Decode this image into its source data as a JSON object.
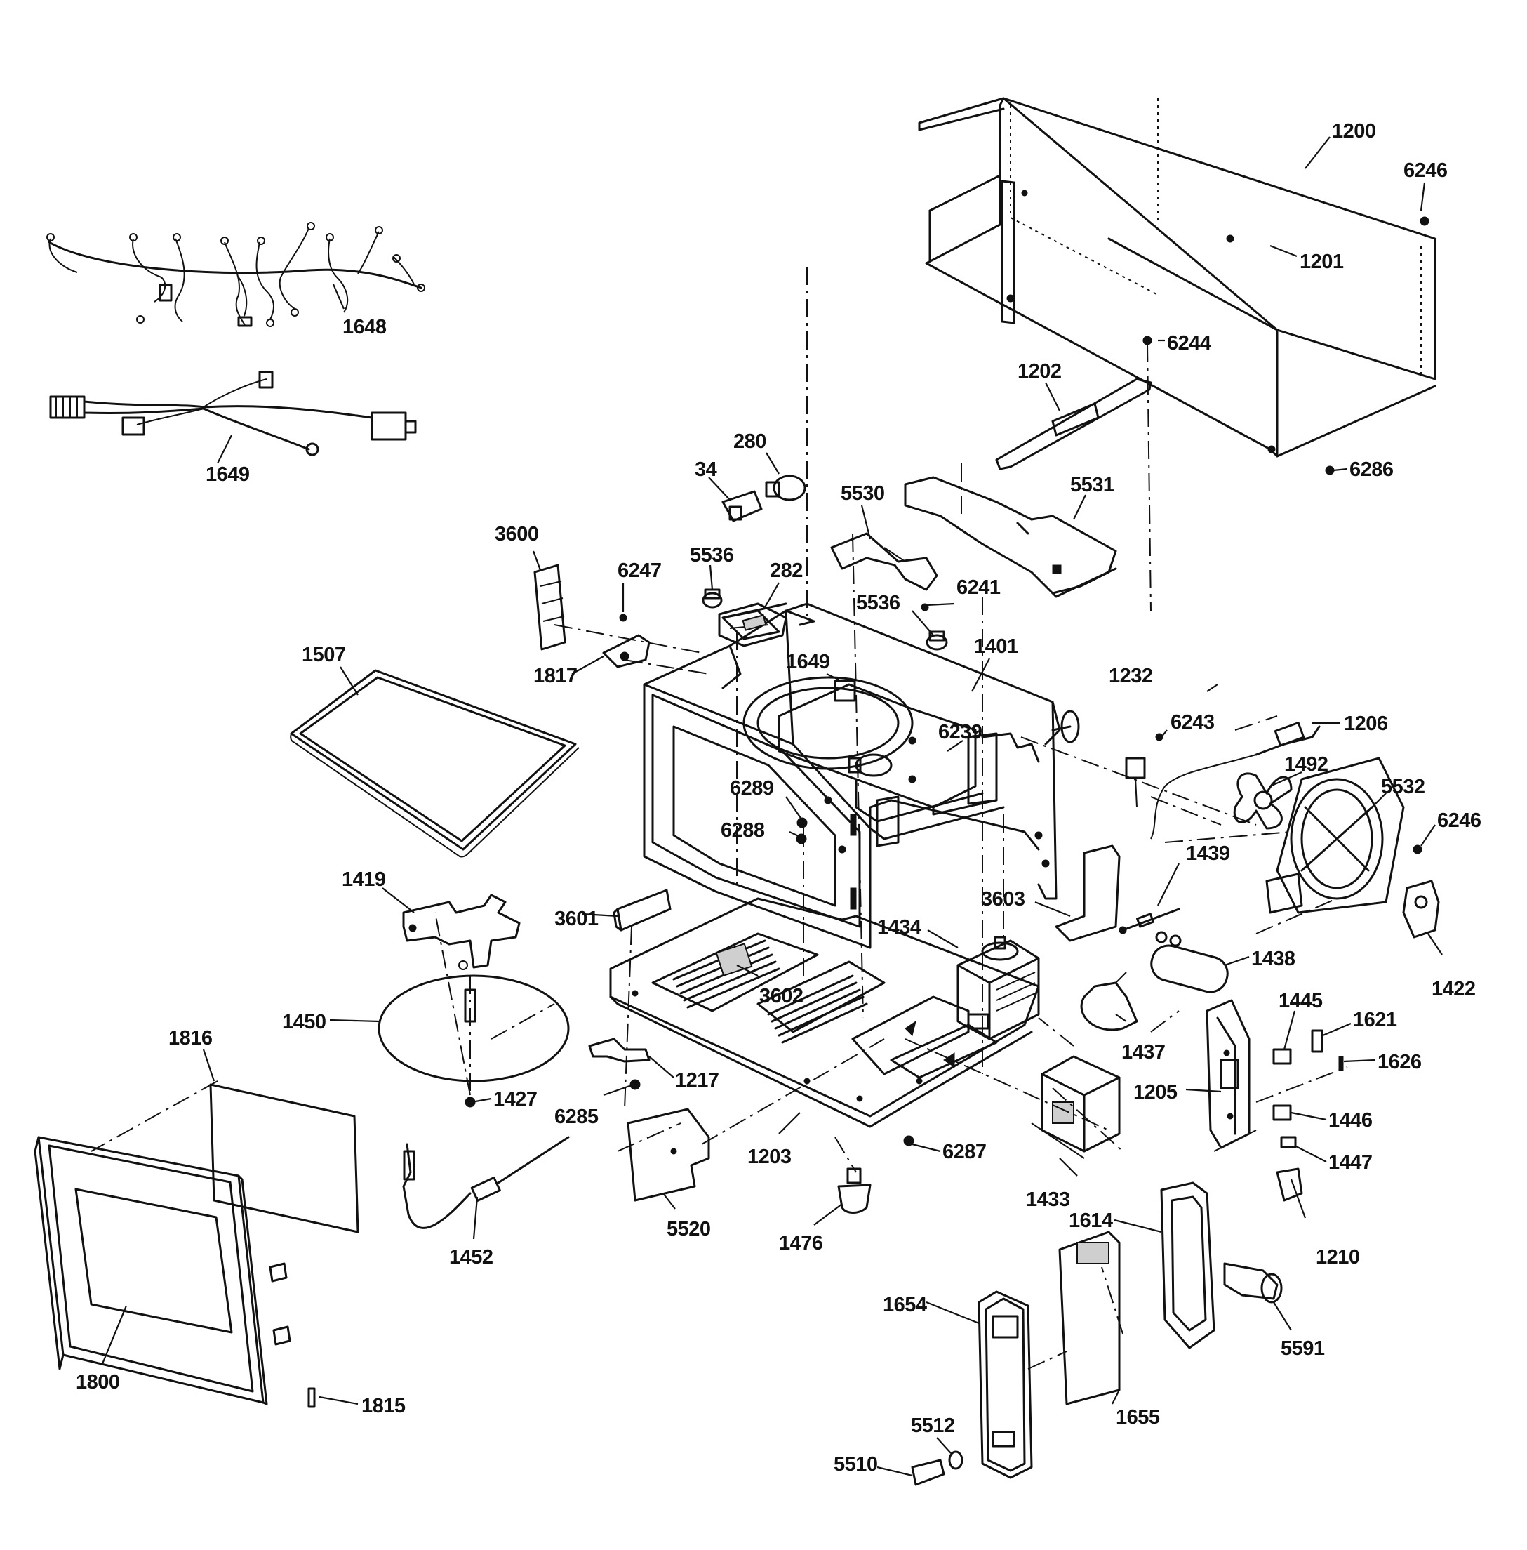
{
  "diagram": {
    "callouts": [
      "1200",
      "6246",
      "1201",
      "6244",
      "1202",
      "6286",
      "1648",
      "1649",
      "280",
      "34",
      "5530",
      "5531",
      "3600",
      "6247",
      "5536",
      "282",
      "6241",
      "5536",
      "1401",
      "1507",
      "1817",
      "1649",
      "1232",
      "6243",
      "1206",
      "6239",
      "1492",
      "5532",
      "6246",
      "6289",
      "6288",
      "1439",
      "3603",
      "1419",
      "3601",
      "1434",
      "1438",
      "1422",
      "3602",
      "1450",
      "1445",
      "1621",
      "1816",
      "1217",
      "1626",
      "1205",
      "1427",
      "6285",
      "1437",
      "1446",
      "1203",
      "6287",
      "1447",
      "1433",
      "5520",
      "1476",
      "1452",
      "1210",
      "1614",
      "1654",
      "5591",
      "1800",
      "1655",
      "1815",
      "5512",
      "5510"
    ]
  }
}
